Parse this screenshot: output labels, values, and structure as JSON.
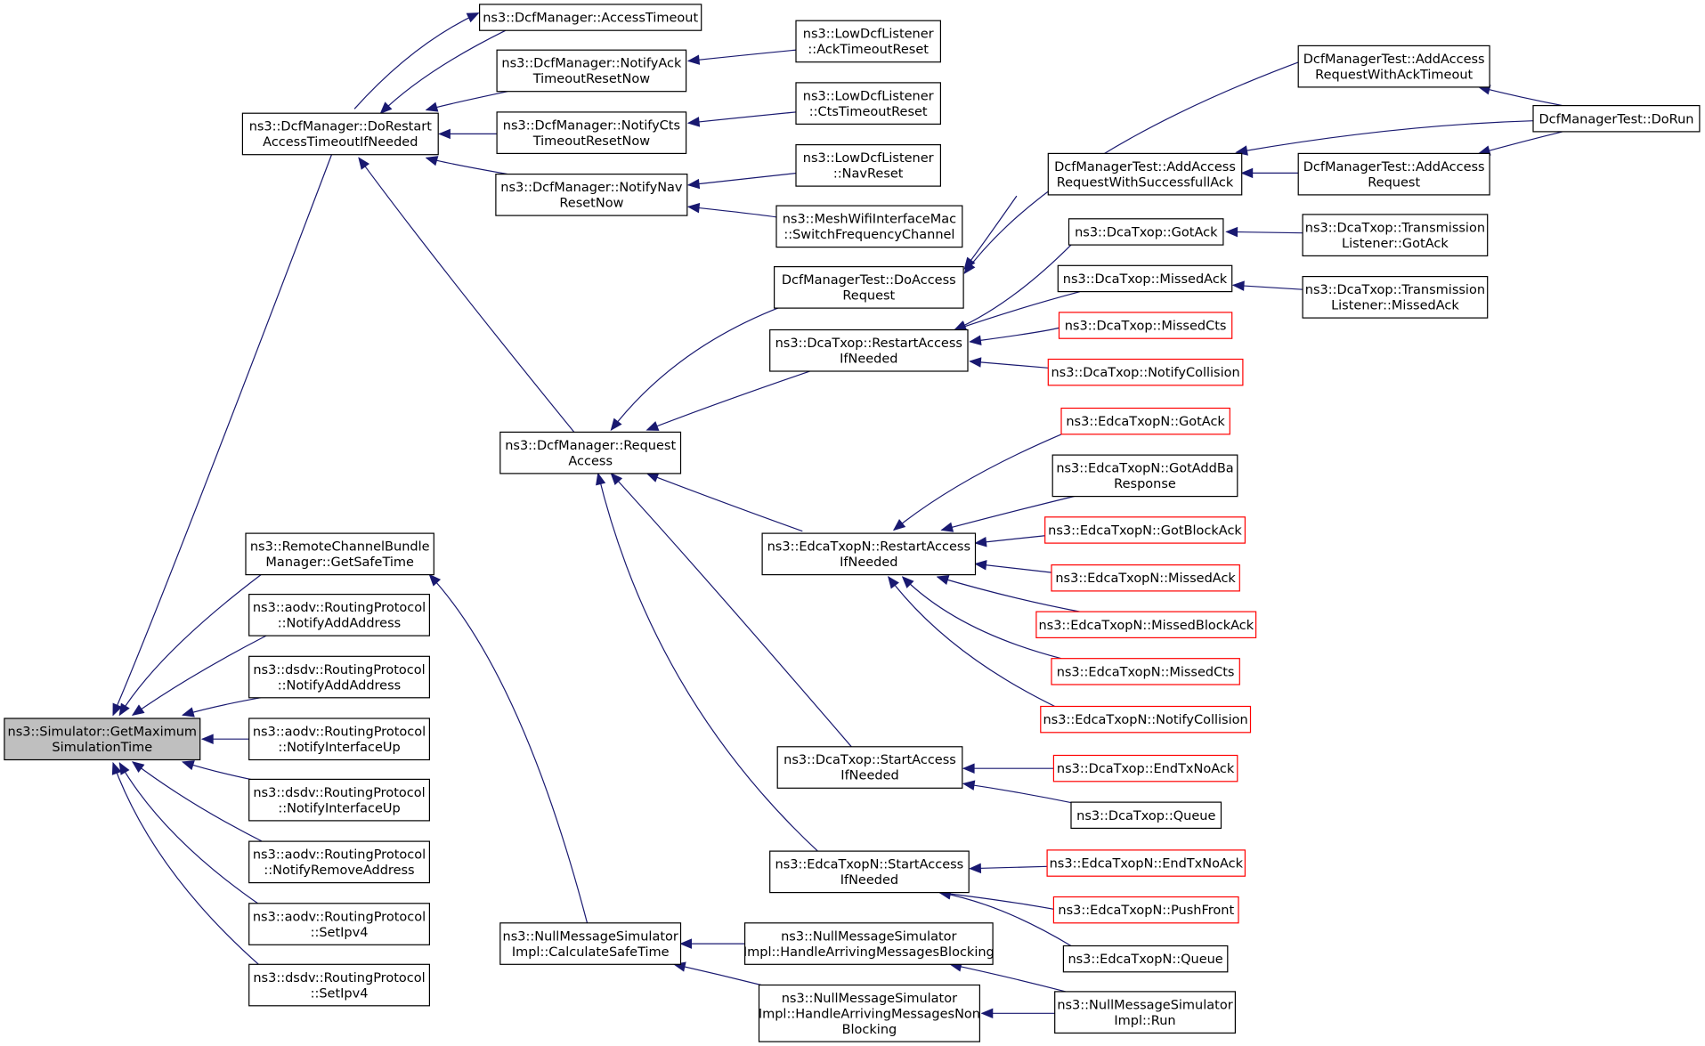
{
  "graph": {
    "nodes": [
      {
        "id": "gmst",
        "lines": [
          "ns3::Simulator::GetMaximum",
          "SimulationTime"
        ],
        "style": "focus"
      },
      {
        "id": "dra",
        "lines": [
          "ns3::DcfManager::DoRestart",
          "AccessTimeoutIfNeeded"
        ],
        "style": "normal"
      },
      {
        "id": "at",
        "lines": [
          "ns3::DcfManager::AccessTimeout"
        ],
        "style": "normal"
      },
      {
        "id": "natr",
        "lines": [
          "ns3::DcfManager::NotifyAck",
          "TimeoutResetNow"
        ],
        "style": "normal"
      },
      {
        "id": "nctr",
        "lines": [
          "ns3::DcfManager::NotifyCts",
          "TimeoutResetNow"
        ],
        "style": "normal"
      },
      {
        "id": "nnr",
        "lines": [
          "ns3::DcfManager::NotifyNav",
          "ResetNow"
        ],
        "style": "normal"
      },
      {
        "id": "ldatr",
        "lines": [
          "ns3::LowDcfListener",
          "::AckTimeoutReset"
        ],
        "style": "normal"
      },
      {
        "id": "ldctr",
        "lines": [
          "ns3::LowDcfListener",
          "::CtsTimeoutReset"
        ],
        "style": "normal"
      },
      {
        "id": "ldnr",
        "lines": [
          "ns3::LowDcfListener",
          "::NavReset"
        ],
        "style": "normal"
      },
      {
        "id": "mwsf",
        "lines": [
          "ns3::MeshWifiInterfaceMac",
          "::SwitchFrequencyChannel"
        ],
        "style": "normal"
      },
      {
        "id": "ra",
        "lines": [
          "ns3::DcfManager::Request",
          "Access"
        ],
        "style": "normal"
      },
      {
        "id": "dmtda",
        "lines": [
          "DcfManagerTest::DoAccess",
          "Request"
        ],
        "style": "normal"
      },
      {
        "id": "dmtaat",
        "lines": [
          "DcfManagerTest::AddAccess",
          "RequestWithAckTimeout"
        ],
        "style": "normal"
      },
      {
        "id": "dmtasa",
        "lines": [
          "DcfManagerTest::AddAccess",
          "RequestWithSuccessfullAck"
        ],
        "style": "normal"
      },
      {
        "id": "dmtar",
        "lines": [
          "DcfManagerTest::AddAccess",
          "Request"
        ],
        "style": "normal"
      },
      {
        "id": "dmtdr",
        "lines": [
          "DcfManagerTest::DoRun"
        ],
        "style": "normal"
      },
      {
        "id": "dtrai",
        "lines": [
          "ns3::DcaTxop::RestartAccess",
          "IfNeeded"
        ],
        "style": "normal"
      },
      {
        "id": "dtga",
        "lines": [
          "ns3::DcaTxop::GotAck"
        ],
        "style": "normal"
      },
      {
        "id": "dtma",
        "lines": [
          "ns3::DcaTxop::MissedAck"
        ],
        "style": "normal"
      },
      {
        "id": "dtmc",
        "lines": [
          "ns3::DcaTxop::MissedCts"
        ],
        "style": "red"
      },
      {
        "id": "dtnc",
        "lines": [
          "ns3::DcaTxop::NotifyCollision"
        ],
        "style": "red"
      },
      {
        "id": "dttlga",
        "lines": [
          "ns3::DcaTxop::Transmission",
          "Listener::GotAck"
        ],
        "style": "normal"
      },
      {
        "id": "dttlma",
        "lines": [
          "ns3::DcaTxop::Transmission",
          "Listener::MissedAck"
        ],
        "style": "normal"
      },
      {
        "id": "etrai",
        "lines": [
          "ns3::EdcaTxopN::RestartAccess",
          "IfNeeded"
        ],
        "style": "normal"
      },
      {
        "id": "etga",
        "lines": [
          "ns3::EdcaTxopN::GotAck"
        ],
        "style": "red"
      },
      {
        "id": "etgabr",
        "lines": [
          "ns3::EdcaTxopN::GotAddBa",
          "Response"
        ],
        "style": "normal"
      },
      {
        "id": "etgba",
        "lines": [
          "ns3::EdcaTxopN::GotBlockAck"
        ],
        "style": "red"
      },
      {
        "id": "etma",
        "lines": [
          "ns3::EdcaTxopN::MissedAck"
        ],
        "style": "red"
      },
      {
        "id": "etmba",
        "lines": [
          "ns3::EdcaTxopN::MissedBlockAck"
        ],
        "style": "red"
      },
      {
        "id": "etmc",
        "lines": [
          "ns3::EdcaTxopN::MissedCts"
        ],
        "style": "red"
      },
      {
        "id": "etnc",
        "lines": [
          "ns3::EdcaTxopN::NotifyCollision"
        ],
        "style": "red"
      },
      {
        "id": "dtsai",
        "lines": [
          "ns3::DcaTxop::StartAccess",
          "IfNeeded"
        ],
        "style": "normal"
      },
      {
        "id": "dtetna",
        "lines": [
          "ns3::DcaTxop::EndTxNoAck"
        ],
        "style": "red"
      },
      {
        "id": "dtq",
        "lines": [
          "ns3::DcaTxop::Queue"
        ],
        "style": "normal"
      },
      {
        "id": "etsai",
        "lines": [
          "ns3::EdcaTxopN::StartAccess",
          "IfNeeded"
        ],
        "style": "normal"
      },
      {
        "id": "etetna",
        "lines": [
          "ns3::EdcaTxopN::EndTxNoAck"
        ],
        "style": "red"
      },
      {
        "id": "etpf",
        "lines": [
          "ns3::EdcaTxopN::PushFront"
        ],
        "style": "red"
      },
      {
        "id": "etq",
        "lines": [
          "ns3::EdcaTxopN::Queue"
        ],
        "style": "normal"
      },
      {
        "id": "rcbm",
        "lines": [
          "ns3::RemoteChannelBundle",
          "Manager::GetSafeTime"
        ],
        "style": "normal"
      },
      {
        "id": "aonaa",
        "lines": [
          "ns3::aodv::RoutingProtocol",
          "::NotifyAddAddress"
        ],
        "style": "normal"
      },
      {
        "id": "dsnaa",
        "lines": [
          "ns3::dsdv::RoutingProtocol",
          "::NotifyAddAddress"
        ],
        "style": "normal"
      },
      {
        "id": "aoniu",
        "lines": [
          "ns3::aodv::RoutingProtocol",
          "::NotifyInterfaceUp"
        ],
        "style": "normal"
      },
      {
        "id": "dsniu",
        "lines": [
          "ns3::dsdv::RoutingProtocol",
          "::NotifyInterfaceUp"
        ],
        "style": "normal"
      },
      {
        "id": "aonra",
        "lines": [
          "ns3::aodv::RoutingProtocol",
          "::NotifyRemoveAddress"
        ],
        "style": "normal"
      },
      {
        "id": "aosi",
        "lines": [
          "ns3::aodv::RoutingProtocol",
          "::SetIpv4"
        ],
        "style": "normal"
      },
      {
        "id": "dssi",
        "lines": [
          "ns3::dsdv::RoutingProtocol",
          "::SetIpv4"
        ],
        "style": "normal"
      },
      {
        "id": "nmscst",
        "lines": [
          "ns3::NullMessageSimulator",
          "Impl::CalculateSafeTime"
        ],
        "style": "normal"
      },
      {
        "id": "nmshamb",
        "lines": [
          "ns3::NullMessageSimulator",
          "Impl::HandleArrivingMessagesBlocking"
        ],
        "style": "normal"
      },
      {
        "id": "nmshamnb",
        "lines": [
          "ns3::NullMessageSimulator",
          "Impl::HandleArrivingMessagesNon",
          "Blocking"
        ],
        "style": "normal"
      },
      {
        "id": "nmsr",
        "lines": [
          "ns3::NullMessageSimulator",
          "Impl::Run"
        ],
        "style": "normal"
      }
    ]
  }
}
